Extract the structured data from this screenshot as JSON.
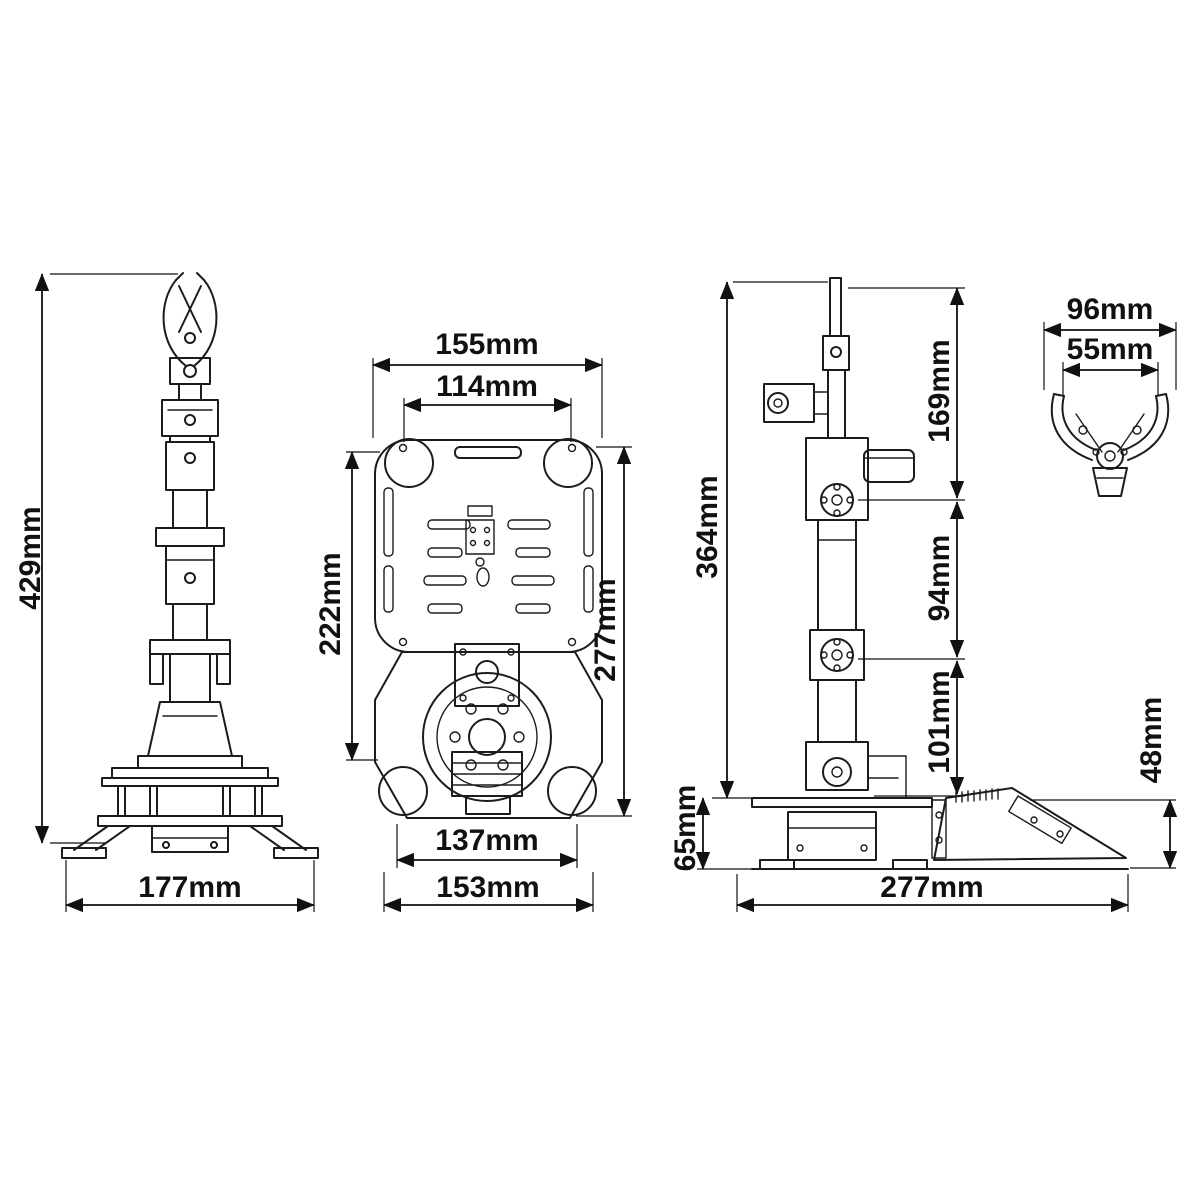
{
  "drawing": {
    "title": "robot-arm-dimension-drawing",
    "front": {
      "height": "429mm",
      "base_width": "177mm"
    },
    "top": {
      "width_outer": "155mm",
      "width_inner": "114mm",
      "length_inner": "222mm",
      "length_outer": "277mm",
      "base_inner": "137mm",
      "base_outer": "153mm"
    },
    "side": {
      "arm_height": "364mm",
      "segment_upper": "169mm",
      "segment_middle": "94mm",
      "segment_lower": "101mm",
      "base_height": "65mm",
      "controller_height": "48mm",
      "base_length": "277mm"
    },
    "gripper": {
      "outer_width": "96mm",
      "inner_width": "55mm"
    }
  },
  "colors": {
    "ink": "#1c1c1c",
    "background": "#ffffff"
  }
}
